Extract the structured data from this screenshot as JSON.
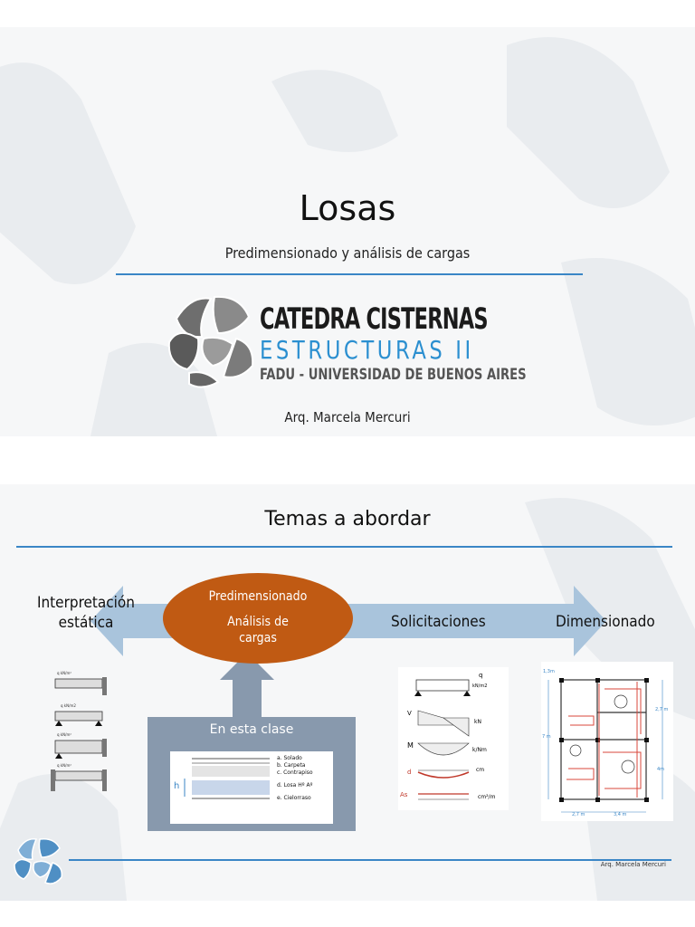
{
  "slide1": {
    "title": "Losas",
    "subtitle": "Predimensionado y análisis de cargas",
    "logo": {
      "line1": "CATEDRA CISTERNAS",
      "line2": "ESTRUCTURAS  II",
      "line3": "FADU - UNIVERSIDAD DE BUENOS AIRES"
    },
    "author": "Arq. Marcela Mercuri"
  },
  "slide2": {
    "title": "Temas a abordar",
    "arrow_labels": {
      "left": "Interpretación estática",
      "solicitaciones": "Solicitaciones",
      "dimensionado": "Dimensionado"
    },
    "oval": {
      "line1": "Predimensionado",
      "line2": "Análisis de",
      "line3": "cargas"
    },
    "class_box": {
      "title": "En esta clase",
      "layers": [
        "a.  Solado",
        "b.  Carpeta",
        "c.  Contrapiso",
        "d.  Losa Hº Aº",
        "e.  Cielorraso"
      ],
      "h_label": "h"
    },
    "beam_labels": [
      "q kN/m²",
      "q kN/m2",
      "q kN/m²",
      "q kN/m²"
    ],
    "diagram_labels": {
      "q": "q",
      "q_unit": "kN/m2",
      "v": "V",
      "v_unit": "kN",
      "m": "M",
      "m_unit": "k/Nm",
      "d": "d",
      "d_unit": "cm",
      "as": "As",
      "as_unit": "cm²/m"
    },
    "plan_labels": {
      "dim_bottom_left": "2,7 m",
      "dim_bottom_right": "3,4 m",
      "dim_left": "7 m",
      "dim_right_top": "2,7 m",
      "dim_right_bottom": "4m",
      "dim_top_left": "1,3m"
    },
    "footer_author": "Arq. Marcela Mercuri"
  },
  "colors": {
    "accent_blue": "#3a86c6",
    "arrow_blue": "#a9c4dc",
    "oval_orange": "#c05a13",
    "box_gray": "#8899ad"
  }
}
